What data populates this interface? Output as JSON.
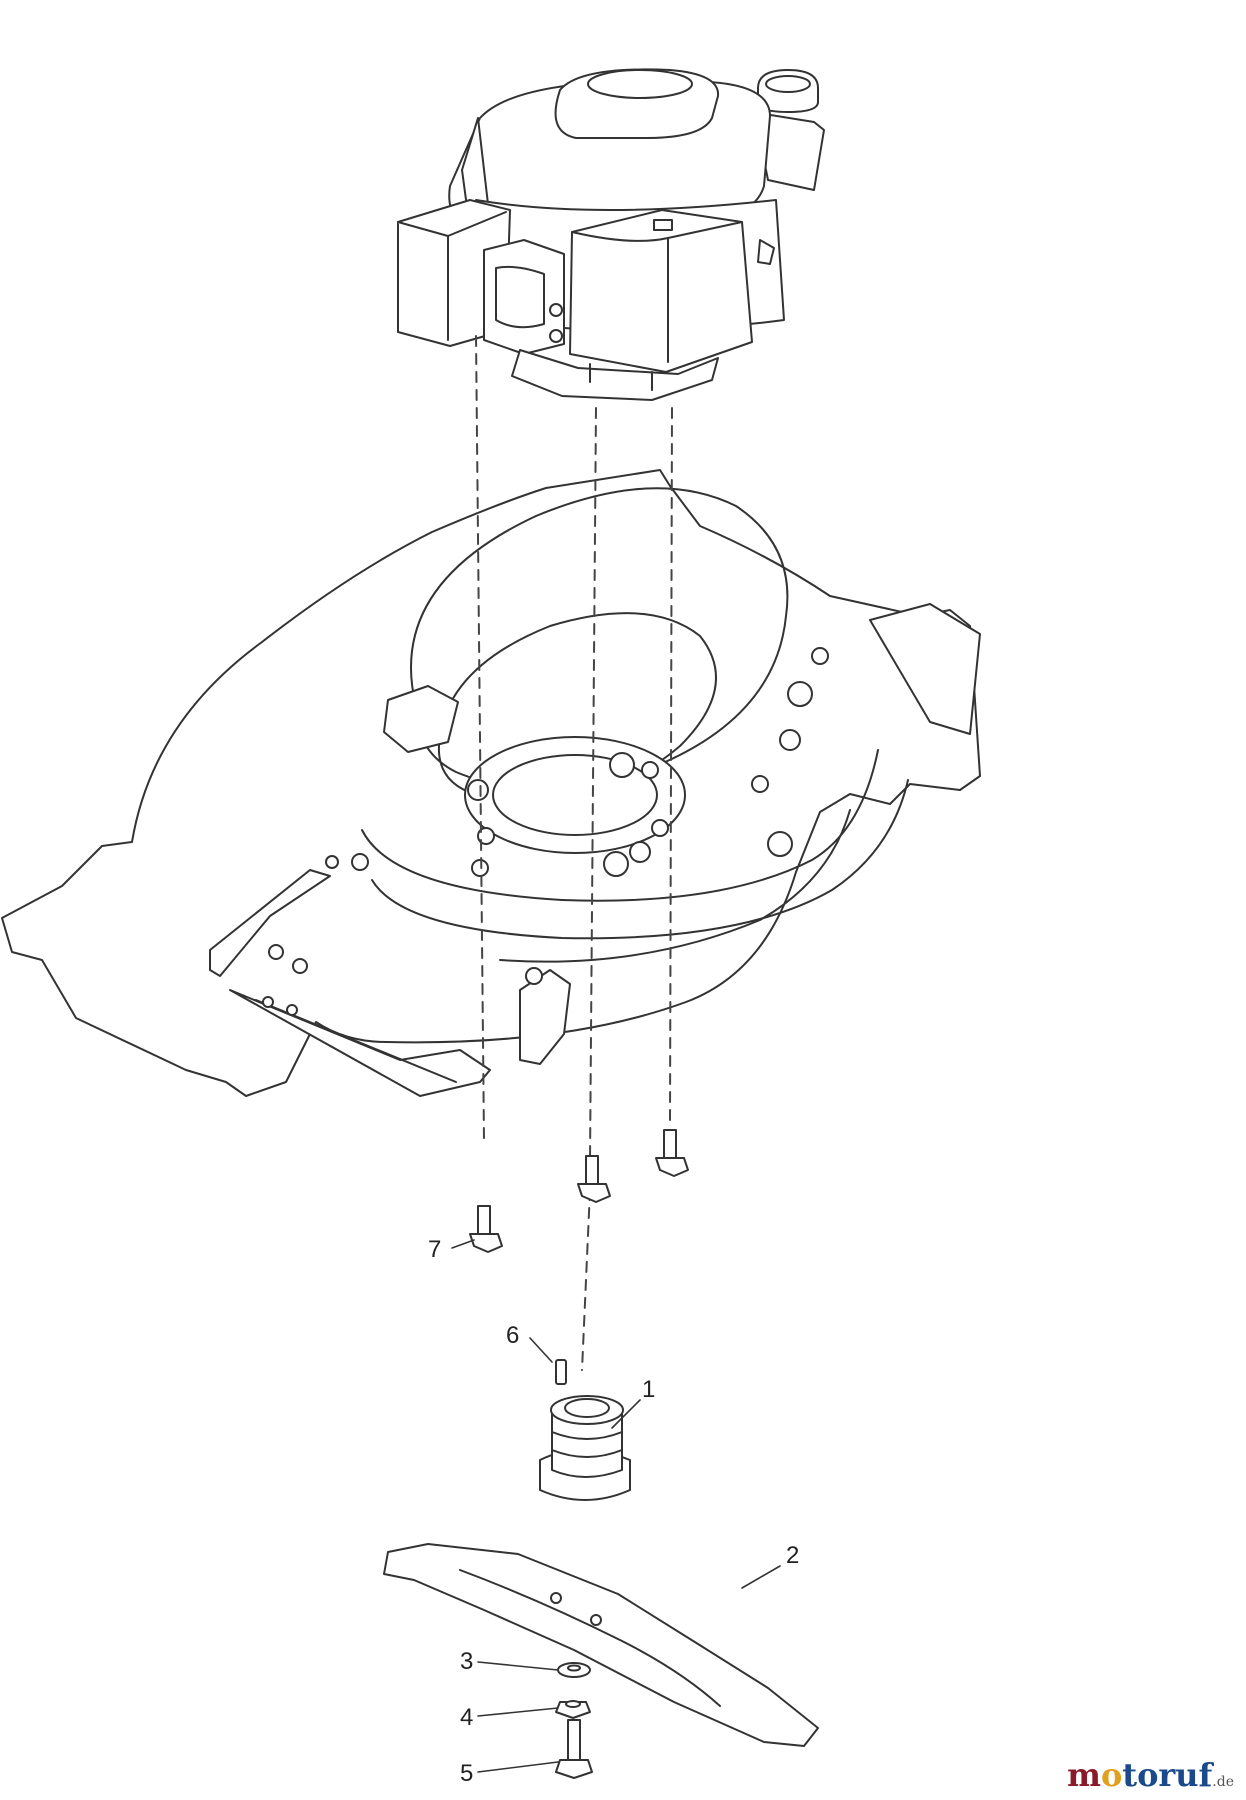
{
  "callouts": {
    "c1": "1",
    "c2": "2",
    "c3": "3",
    "c4": "4",
    "c5": "5",
    "c6": "6",
    "c7": "7"
  },
  "watermark": {
    "brand_m": "m",
    "brand_o": "o",
    "brand_rest": "toruf",
    "tld": ".de"
  },
  "colors": {
    "line": "#333333",
    "fill": "#ffffff",
    "dash": "#444444"
  }
}
